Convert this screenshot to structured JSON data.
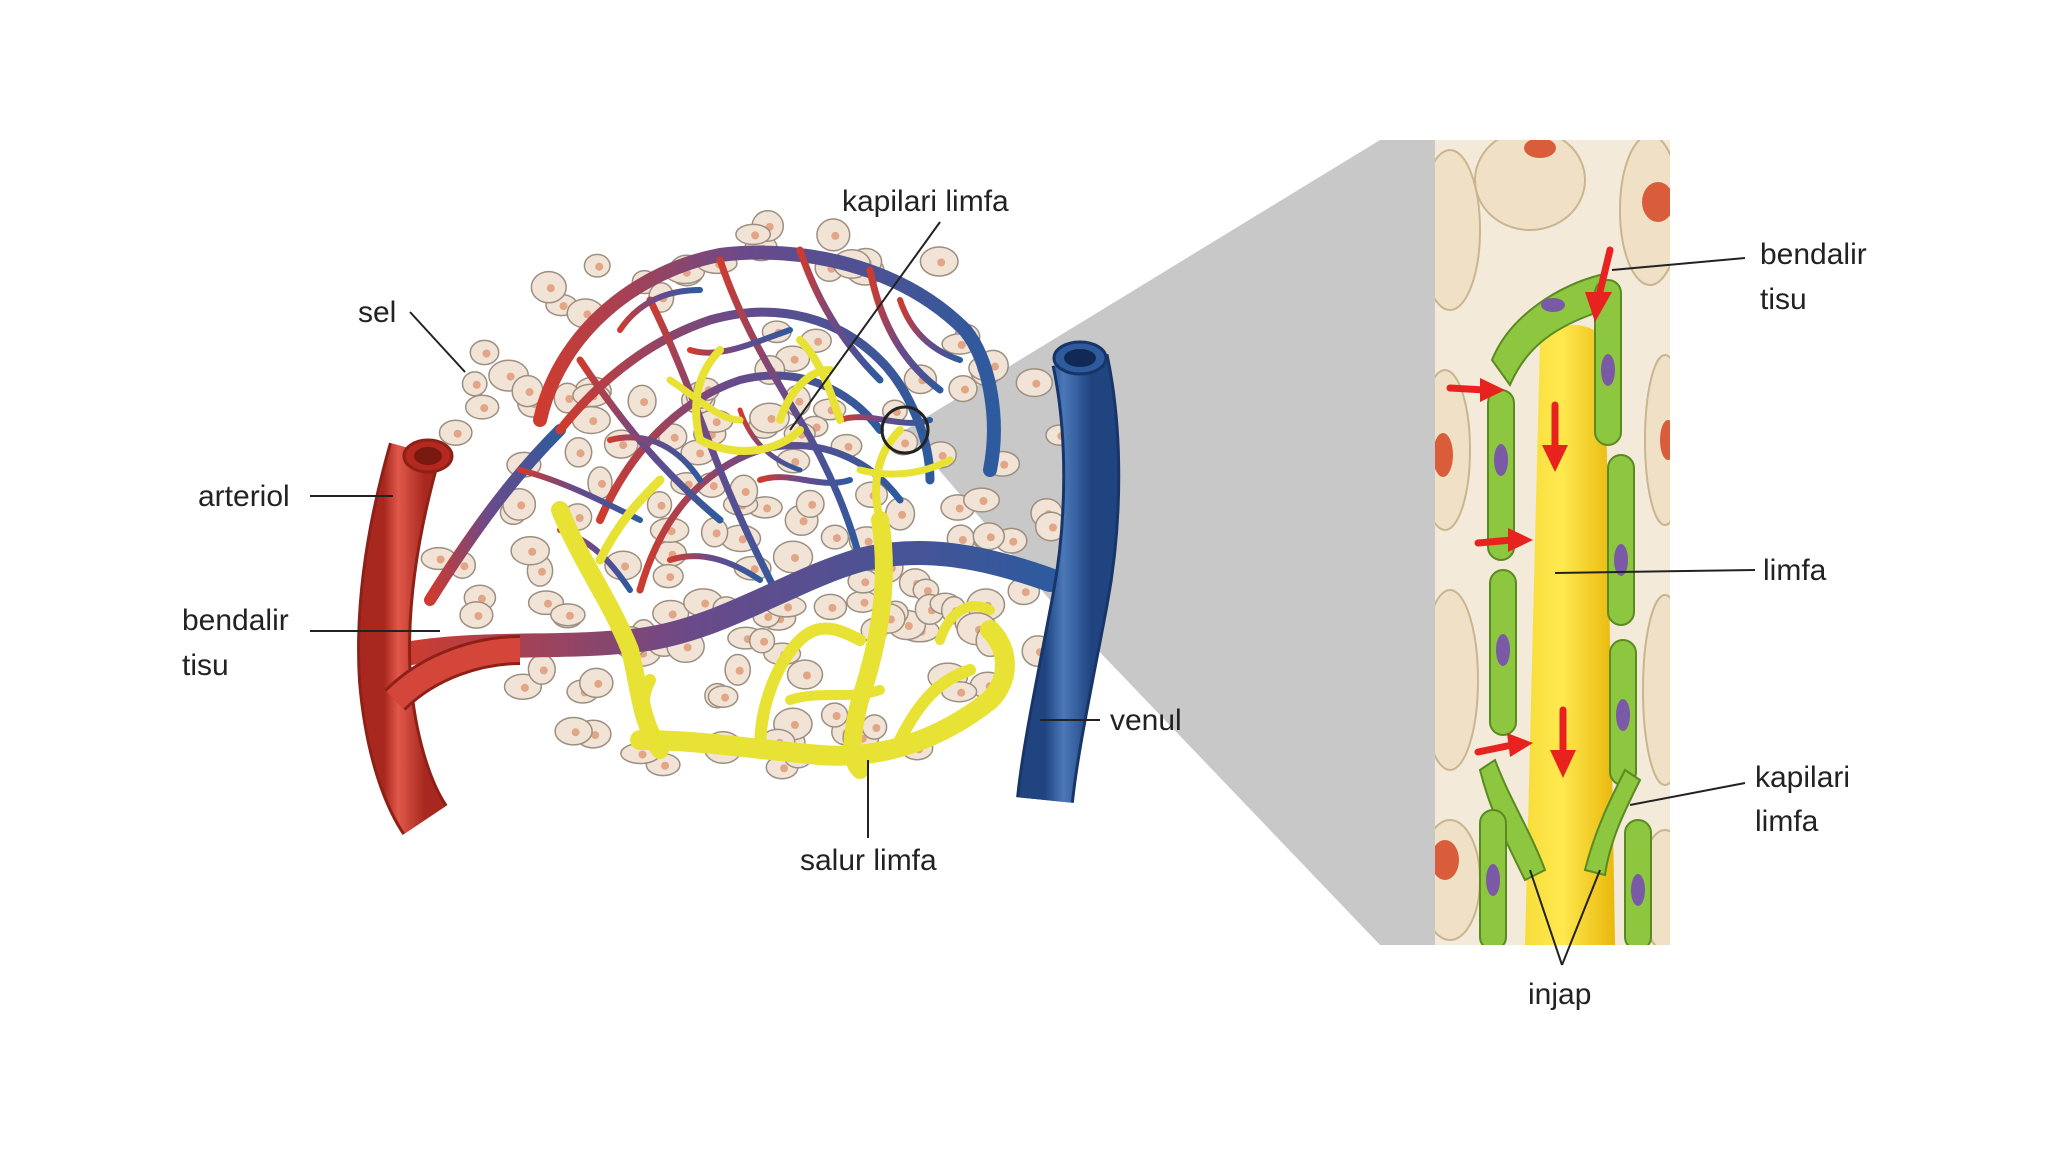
{
  "labels": {
    "kapilari_limfa_top": "kapilari limfa",
    "sel": "sel",
    "arteriol": "arteriol",
    "bendalir_left_1": "bendalir",
    "bendalir_left_2": "tisu",
    "venul": "venul",
    "salur_limfa": "salur limfa",
    "bendalir_right_1": "bendalir",
    "bendalir_right_2": "tisu",
    "limfa": "limfa",
    "kapilari_right_1": "kapilari",
    "kapilari_right_2": "limfa",
    "injap": "injap"
  },
  "colors": {
    "arteriole": "#cf3b2e",
    "venule": "#2e5a9e",
    "lymph": "#e8e234",
    "lymph_core": "#f3d21a",
    "cell_fill": "#f1e4d6",
    "cell_nucleus": "#e2a585",
    "endothelium": "#8dc63f",
    "endothelium_nucleus": "#7a5aa6",
    "flow_arrow": "#e8231f",
    "zoom_wedge": "#c8c8c8"
  }
}
